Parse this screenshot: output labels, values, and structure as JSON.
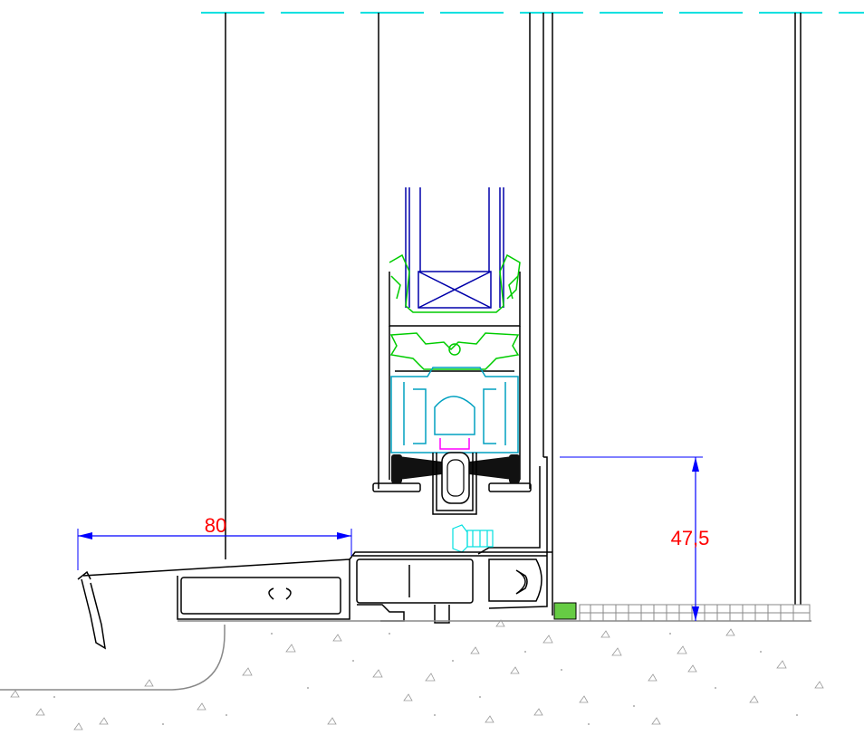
{
  "drawing": {
    "dimensions": [
      {
        "label": "80",
        "value": 80
      },
      {
        "label": "47,5",
        "value": 47.5
      }
    ]
  },
  "colors": {
    "outline": "#000000",
    "glazing": "#0000aa",
    "gasket": "#00cc00",
    "thermal_break": "#00a0c0",
    "hidden_line": "#00e0e0",
    "dimension_line": "#0000ff",
    "dimension_text": "#ff0000",
    "floor_hatch": "#9a9a9a",
    "accessory": "#ff00ff"
  }
}
